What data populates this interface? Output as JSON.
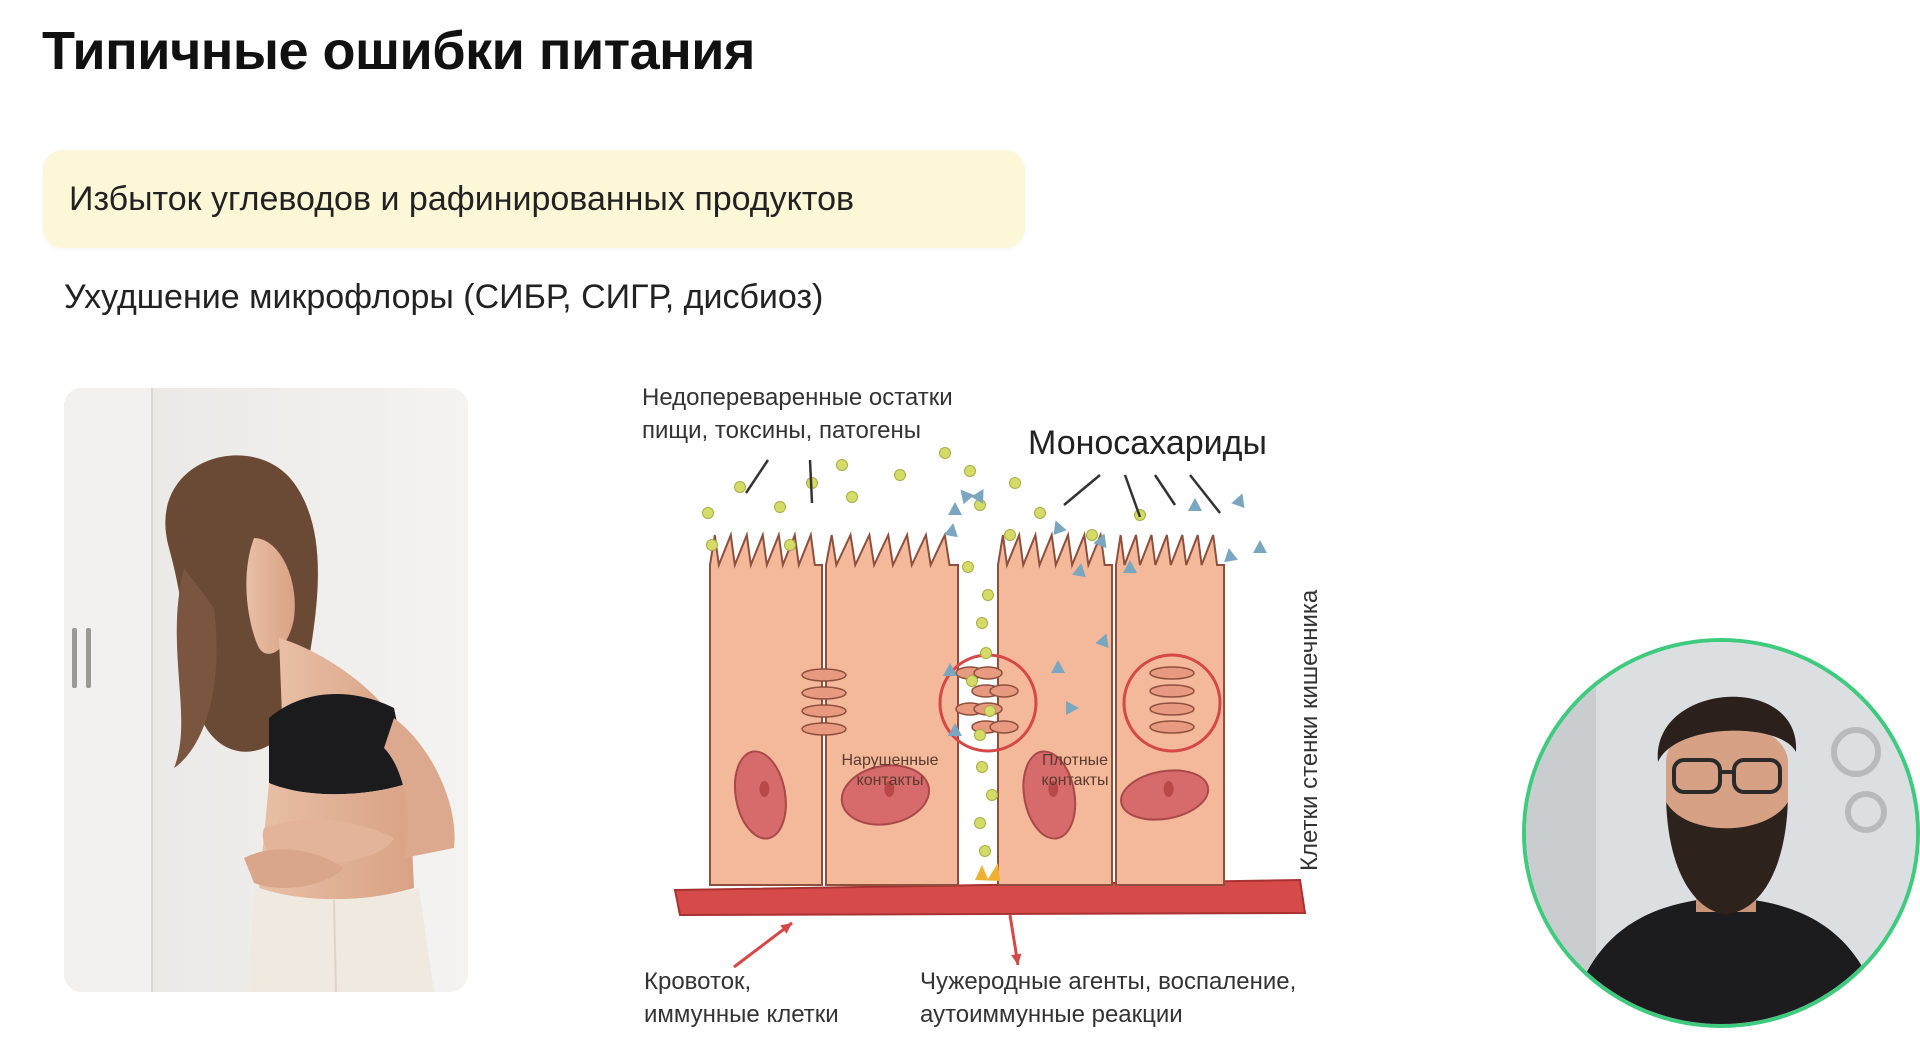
{
  "slide": {
    "title": "Типичные ошибки питания",
    "highlight": "Избыток углеводов и рафинированных продуктов",
    "subtitle": "Ухудшение микрофлоры (СИБР, СИГР, дисбиоз)"
  },
  "diagram": {
    "label_food": [
      "Недопереваренные остатки",
      "пищи, токсины, патогены"
    ],
    "label_mono": "Моносахариды",
    "label_broken": [
      "Нарушенные",
      "контакты"
    ],
    "label_tight": [
      "Плотные",
      "контакты"
    ],
    "label_cells": "Клетки стенки кишечника",
    "label_blood": [
      "Кровоток,",
      "иммунные клетки"
    ],
    "label_foreign": [
      "Чужеродные агенты, воспаление,",
      "аутоиммунные реакции"
    ]
  },
  "colors": {
    "highlight_bg": "#fcf7d7",
    "cell_fill": "#f3b99a",
    "cell_stroke": "#8e4f3c",
    "blood_vessel": "#d64a4a",
    "dot": "#d4db67",
    "triangle": "#7aa6bf",
    "circle_marker": "#d64848",
    "webcam_border": "#3fcb7d"
  },
  "icons": {
    "photo": "woman-holding-stomach-photo",
    "webcam": "presenter-webcam-feed"
  }
}
